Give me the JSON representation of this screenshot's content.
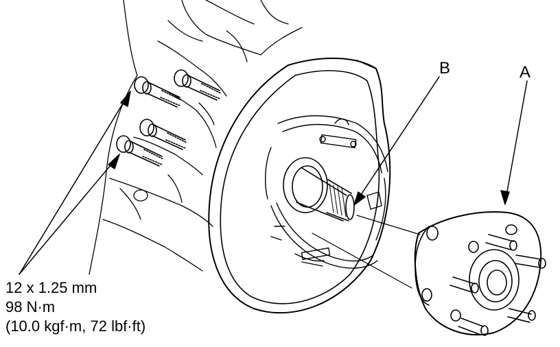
{
  "callouts": {
    "a": "A",
    "b": "B"
  },
  "torque_spec": {
    "thread": "12 x 1.25 mm",
    "torque_nm": "98 N·m",
    "torque_alt": "(10.0 kgf·m, 72 lbf·ft)"
  }
}
